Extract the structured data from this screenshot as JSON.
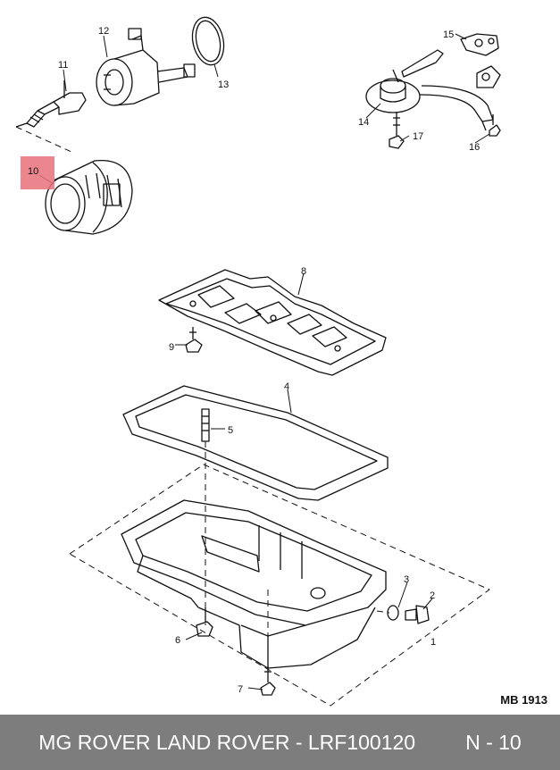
{
  "callouts": {
    "c1": "1",
    "c2": "2",
    "c3": "3",
    "c4": "4",
    "c5": "5",
    "c6": "6",
    "c7": "7",
    "c8": "8",
    "c9": "9",
    "c10": "10",
    "c11": "11",
    "c12": "12",
    "c13": "13",
    "c14": "14",
    "c15": "15",
    "c16": "16",
    "c17": "17"
  },
  "highlighted_part": "10",
  "highlight_color": "#e8707a",
  "diagram_ref": "MB 1913",
  "footer": {
    "brand_text": "MG ROVER LAND ROVER - LRF100120",
    "position_text": "N - 10",
    "background": "#7d7d7d"
  }
}
